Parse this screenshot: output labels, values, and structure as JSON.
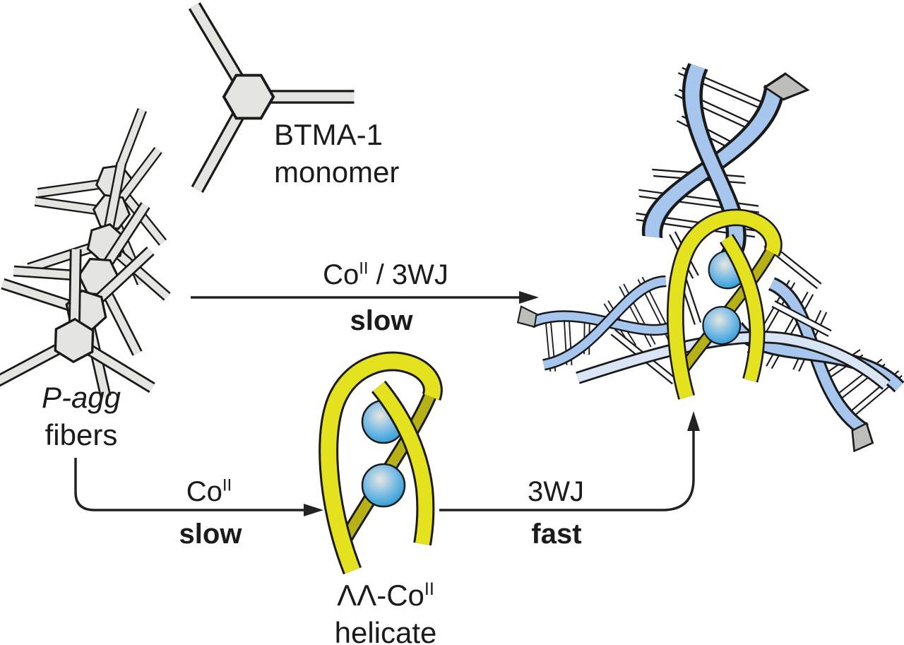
{
  "figure": {
    "labels": {
      "monomer": {
        "line1": "BTMA-1",
        "line2": "monomer"
      },
      "fibers": {
        "line1": "P-agg",
        "line2": "fibers"
      },
      "main_arrow": {
        "reagent_base": "Co",
        "reagent_sup": "II",
        "reagent_rest": " / 3WJ",
        "rate": "slow"
      },
      "left_arrow": {
        "reagent_base": "Co",
        "reagent_sup": "II",
        "rate": "slow"
      },
      "right_arrow": {
        "reagent": "3WJ",
        "rate": "fast"
      },
      "helicate": {
        "name_base": "ΛΛ-Co",
        "name_sup": "II",
        "line2": "helicate"
      }
    },
    "icons": {
      "monomer_icon": "three-arm-tripod-monomer",
      "fibers_icon": "stacked-tripod-fiber-aggregate",
      "helicate_icon": "double-strand-cobalt-helicate-with-two-metal-spheres",
      "assembly_icon": "dna-three-way-junction-wrapping-helicate",
      "arrows": "reaction-arrows"
    },
    "colors": {
      "background": "#ffffff",
      "text_black": "#1b1b1b",
      "outline": "#1a1a1a",
      "fiber_gray": "#e4e4e1",
      "ribbon_blue": "#a6c6ee",
      "ribbon_blue_light": "#d9e4f4",
      "rung_white": "#f7f8fa",
      "cap_gray": "#bdbdb9",
      "helicate_yellow": "#e4e11e",
      "helicate_olive": "#b6b215",
      "cobalt_blue": "#1f97d6",
      "cobalt_mid": "#8ec4e6",
      "cobalt_highlight": "#e9e6de",
      "arrow_black": "#222222"
    }
  }
}
